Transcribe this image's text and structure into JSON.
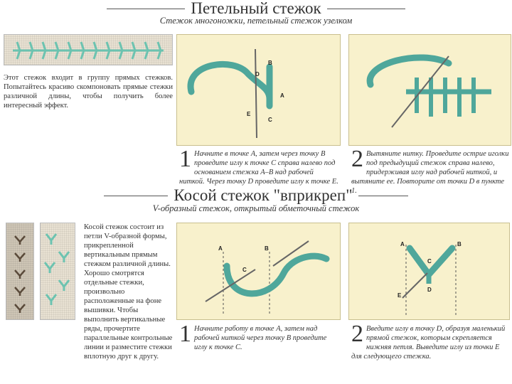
{
  "section1": {
    "title": "Петельный стежок",
    "subtitle": "Стежок многоножки, петельный стежок узелком",
    "intro": "Этот стежок входит в группу прямых стежков. Попытайтесь красиво скомпоновать прямые стежки различной длины, чтобы получить более интересный эффект.",
    "steps": [
      {
        "num": "1",
        "text": "Начните в точке A, затем через точку B проведите иглу к точке C справа налево под основанием стежка A–B над рабочей ниткой. Через точку D проведите иглу к точке E."
      },
      {
        "num": "2",
        "text": "Вытяните нитку. Проведите острие иголки под предыдущий стежок справа налево, придерживая иглу над рабочей ниткой, и вытяните ее. Повторите от точки D в пункте 1."
      }
    ],
    "labels": {
      "a": "A",
      "b": "B",
      "c": "C",
      "d": "D",
      "e": "E"
    }
  },
  "section2": {
    "title": "Косой стежок \"вприкреп\"",
    "subtitle": "V-образный стежок, открытый обметочный стежок",
    "intro": "Косой стежок состоит из петли V-образной формы, прикрепленной вертикальным прямым стежком различной длины. Хорошо смотрятся отдельные стежки, произвольно расположенные на фоне вышивки. Чтобы выполнить вертикальные ряды, прочертите параллельные контрольные линии и разместите стежки вплотную друг к другу.",
    "steps": [
      {
        "num": "1",
        "text": "Начните работу в точке A, затем над рабочей ниткой через точку B проведите иглу к точке C."
      },
      {
        "num": "2",
        "text": "Введите иглу в точку D, образуя маленький прямой стежок, которым скрепляется нижняя петля. Выведите иглу из точки E для следующего стежка."
      }
    ],
    "labels": {
      "a": "A",
      "b": "B",
      "c": "C",
      "d": "D",
      "e": "E"
    }
  },
  "colors": {
    "thread": "#4fa79b",
    "panel": "#f8f1cc"
  }
}
